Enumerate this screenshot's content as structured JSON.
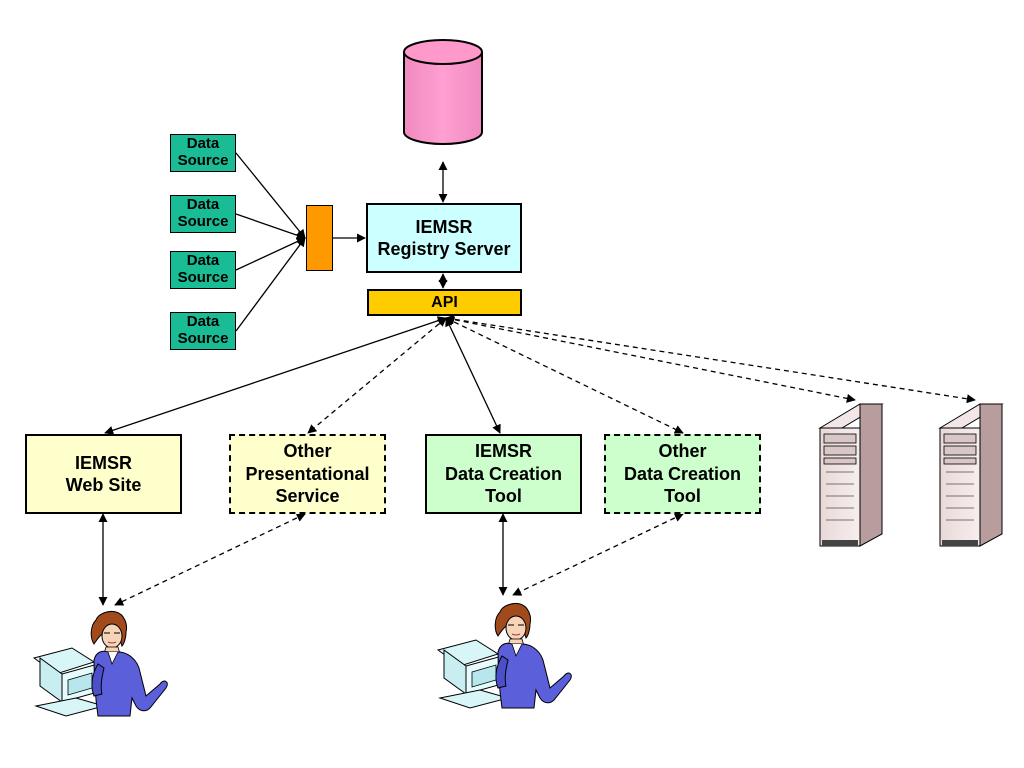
{
  "diagram": {
    "data_sources": [
      {
        "label": "Data\nSource"
      },
      {
        "label": "Data\nSource"
      },
      {
        "label": "Data\nSource"
      },
      {
        "label": "Data\nSource"
      }
    ],
    "registry_server": {
      "label": "IEMSR\nRegistry Server"
    },
    "api": {
      "label": "API"
    },
    "web_site": {
      "label": "IEMSR\nWeb Site"
    },
    "other_presentational_service": {
      "label": "Other\nPresentational\nService"
    },
    "data_creation_tool": {
      "label": "IEMSR\nData Creation\nTool"
    },
    "other_data_creation_tool": {
      "label": "Other\nData Creation\nTool"
    },
    "icons": {
      "database": "database-cylinder-icon",
      "aggregator": "aggregator-block-icon",
      "server": "server-tower-icon",
      "user": "user-at-computer-icon"
    },
    "colors": {
      "data_source": "#1abc95",
      "database": "#ff99cc",
      "aggregator": "#ff9900",
      "registry": "#ccffff",
      "api": "#ffcc00",
      "presentation": "#ffffcc",
      "creation": "#ccffcc"
    }
  }
}
